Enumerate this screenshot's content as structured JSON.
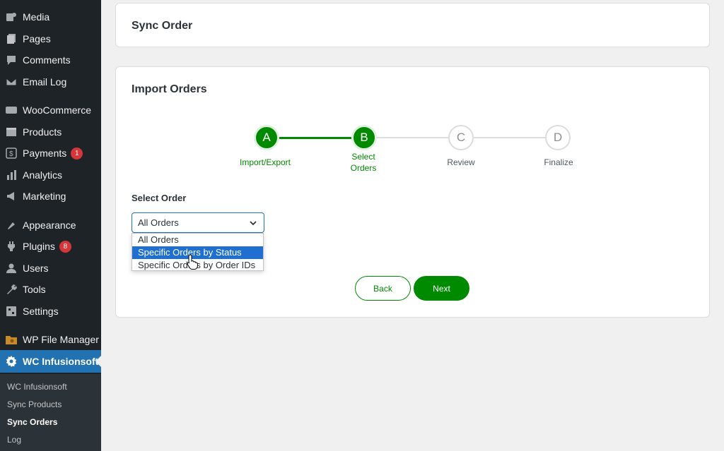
{
  "sidebar": {
    "items": [
      {
        "label": "Media",
        "icon": "media-icon"
      },
      {
        "label": "Pages",
        "icon": "pages-icon"
      },
      {
        "label": "Comments",
        "icon": "comments-icon"
      },
      {
        "label": "Email Log",
        "icon": "email-icon"
      },
      {
        "label": "WooCommerce",
        "icon": "woocommerce-icon"
      },
      {
        "label": "Products",
        "icon": "products-icon"
      },
      {
        "label": "Payments",
        "icon": "payments-icon",
        "badge": "1"
      },
      {
        "label": "Analytics",
        "icon": "analytics-icon"
      },
      {
        "label": "Marketing",
        "icon": "marketing-icon"
      },
      {
        "label": "Appearance",
        "icon": "appearance-icon"
      },
      {
        "label": "Plugins",
        "icon": "plugins-icon",
        "badge": "8"
      },
      {
        "label": "Users",
        "icon": "users-icon"
      },
      {
        "label": "Tools",
        "icon": "tools-icon"
      },
      {
        "label": "Settings",
        "icon": "settings-icon"
      },
      {
        "label": "WP File Manager",
        "icon": "file-manager-icon"
      },
      {
        "label": "WC Infusionsoft",
        "icon": "gear-icon",
        "current": true
      }
    ],
    "submenu": [
      {
        "label": "WC Infusionsoft"
      },
      {
        "label": "Sync Products"
      },
      {
        "label": "Sync Orders",
        "active": true
      },
      {
        "label": "Log"
      }
    ]
  },
  "header_card": {
    "title": "Sync Order"
  },
  "import_card": {
    "title": "Import Orders",
    "steps": [
      {
        "letter": "A",
        "label": "Import/Export",
        "state": "done"
      },
      {
        "letter": "B",
        "label_line1": "Select",
        "label_line2": "Orders",
        "state": "done"
      },
      {
        "letter": "C",
        "label": "Review",
        "state": "todo"
      },
      {
        "letter": "D",
        "label": "Finalize",
        "state": "todo"
      }
    ],
    "select_label": "Select Order",
    "select_value": "All Orders",
    "options": [
      "All Orders",
      "Specific Orders by Status",
      "Specific Orders by Order IDs"
    ],
    "highlighted_option": "Specific Orders by Status",
    "back_label": "Back",
    "next_label": "Next"
  },
  "colors": {
    "accent_green": "#008a00",
    "sidebar_bg": "#1d2327",
    "current_menu_bg": "#2271b1",
    "badge_red": "#d63638",
    "option_highlight": "#1e6fd0"
  }
}
